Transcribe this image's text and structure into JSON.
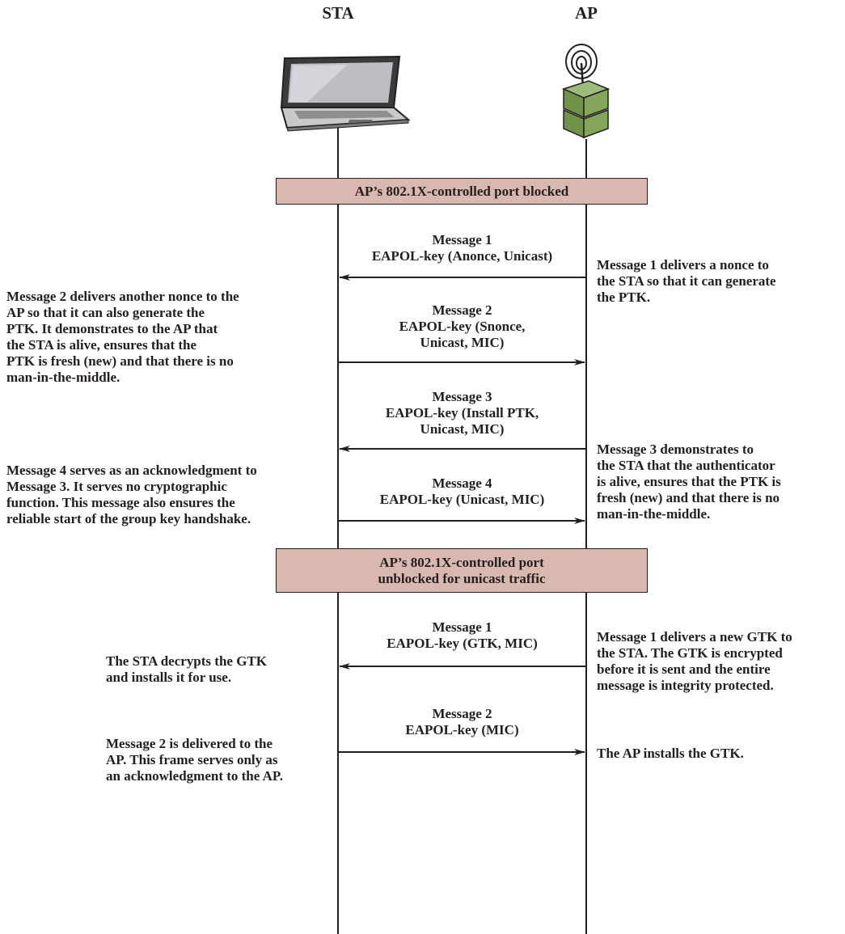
{
  "participants": {
    "sta": "STA",
    "ap": "AP"
  },
  "banners": {
    "blocked": "AP’s 802.1X-controlled port blocked",
    "unblocked_line1": "AP’s 802.1X-controlled port",
    "unblocked_line2": "unblocked for unicast traffic"
  },
  "messages": [
    {
      "title": "Message 1",
      "body": [
        "EAPOL-key (Anonce, Unicast)"
      ],
      "direction": "AP→STA"
    },
    {
      "title": "Message 2",
      "body": [
        "EAPOL-key (Snonce,",
        "Unicast, MIC)"
      ],
      "direction": "STA→AP"
    },
    {
      "title": "Message 3",
      "body": [
        "EAPOL-key (Install PTK,",
        "Unicast, MIC)"
      ],
      "direction": "AP→STA"
    },
    {
      "title": "Message 4",
      "body": [
        "EAPOL-key (Unicast, MIC)"
      ],
      "direction": "STA→AP"
    },
    {
      "title": "Message 1",
      "body": [
        "EAPOL-key (GTK, MIC)"
      ],
      "direction": "AP→STA"
    },
    {
      "title": "Message 2",
      "body": [
        "EAPOL-key (MIC)"
      ],
      "direction": "STA→AP"
    }
  ],
  "notes": {
    "m1_right": [
      "Message 1 delivers a nonce to",
      "the STA so that it can generate",
      "the PTK."
    ],
    "m2_left": [
      "Message 2 delivers another nonce to the",
      "AP so that it can also generate the",
      "PTK. It demonstrates to the AP that",
      "the STA is alive, ensures that the",
      "PTK is fresh (new) and that there is no",
      "man-in-the-middle."
    ],
    "m3_right": [
      "Message 3 demonstrates to",
      "the STA that the authenticator",
      "is alive, ensures that the PTK is",
      "fresh (new) and that there is no",
      "man-in-the-middle."
    ],
    "m4_left": [
      "Message 4 serves as an acknowledgment to",
      "Message 3. It serves no cryptographic",
      "function. This message also ensures the",
      "reliable start of the group key handshake."
    ],
    "g1_right": [
      "Message 1 delivers a new GTK to",
      "the STA. The GTK is encrypted",
      "before it is sent and the entire",
      "message is integrity protected."
    ],
    "g1_left": [
      "The STA decrypts the GTK",
      "and installs it for use."
    ],
    "g2_left": [
      "Message 2 is delivered to the",
      "AP. This frame serves only as",
      "an acknowledgment to the AP."
    ],
    "g2_right": [
      "The AP installs the GTK."
    ]
  }
}
